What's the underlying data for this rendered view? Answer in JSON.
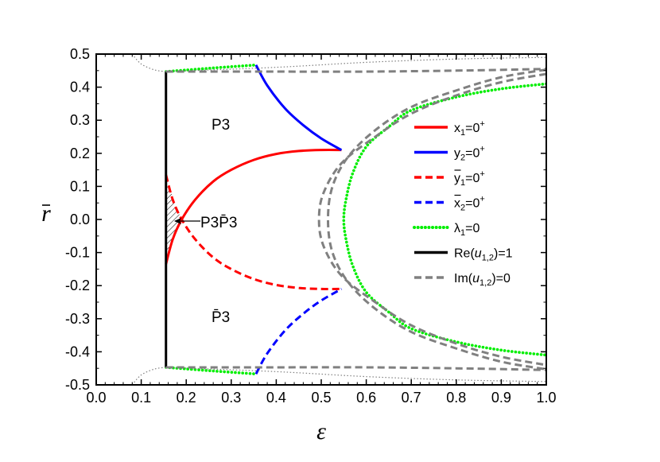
{
  "chart_data": {
    "type": "line",
    "title": "",
    "xlabel": "ε",
    "ylabel": "r̄",
    "xlim": [
      0.0,
      1.0
    ],
    "ylim": [
      -0.5,
      0.5
    ],
    "xticks": [
      "0.0",
      "0.1",
      "0.2",
      "0.3",
      "0.4",
      "0.5",
      "0.6",
      "0.7",
      "0.8",
      "0.9",
      "1.0"
    ],
    "yticks": [
      "0.5",
      "0.4",
      "0.3",
      "0.2",
      "0.1",
      "0.0",
      "-0.1",
      "-0.2",
      "-0.3",
      "-0.4",
      "-0.5"
    ],
    "grid": false,
    "legend_position": "right",
    "legend": [
      {
        "key": "x1",
        "base": "x",
        "sub": "1",
        "rest": "=0",
        "sup": "+"
      },
      {
        "key": "y2",
        "base": "y",
        "sub": "2",
        "rest": "=0",
        "sup": "+"
      },
      {
        "key": "y1bar",
        "base": "y",
        "overline": true,
        "sub": "1",
        "rest": "=0",
        "sup": "+"
      },
      {
        "key": "x2bar",
        "base": "x",
        "overline": true,
        "sub": "2",
        "rest": "=0",
        "sup": "+"
      },
      {
        "key": "lambda1",
        "base": "λ",
        "sub": "1",
        "rest": "=0",
        "sup": ""
      },
      {
        "key": "re",
        "base": "Re(",
        "italic": "u",
        "sub": "1,2",
        "rest": ")=1",
        "sup": ""
      },
      {
        "key": "im",
        "base": "Im(",
        "italic": "u",
        "sub": "1,2",
        "rest": ")=0",
        "sup": ""
      }
    ],
    "annotations": [
      {
        "text": "P3",
        "x": 0.27,
        "y": 0.19
      },
      {
        "text": "P3P̄3",
        "x": 0.255,
        "y": -0.01
      },
      {
        "text": "P̄3",
        "x": 0.27,
        "y": -0.39
      }
    ],
    "series": [
      {
        "key": "x1",
        "color": "#ff0000",
        "dash": "solid",
        "points": [
          [
            0.155,
            -0.135
          ],
          [
            0.17,
            -0.06
          ],
          [
            0.19,
            0.0
          ],
          [
            0.22,
            0.06
          ],
          [
            0.26,
            0.115
          ],
          [
            0.3,
            0.15
          ],
          [
            0.35,
            0.18
          ],
          [
            0.4,
            0.198
          ],
          [
            0.45,
            0.207
          ],
          [
            0.5,
            0.21
          ],
          [
            0.545,
            0.21
          ]
        ]
      },
      {
        "key": "y2",
        "color": "#0000ff",
        "dash": "solid",
        "points": [
          [
            0.355,
            0.467
          ],
          [
            0.38,
            0.405
          ],
          [
            0.42,
            0.335
          ],
          [
            0.46,
            0.285
          ],
          [
            0.5,
            0.245
          ],
          [
            0.545,
            0.21
          ]
        ]
      },
      {
        "key": "y1bar",
        "color": "#ff0000",
        "dash": "dashed",
        "points": [
          [
            0.155,
            0.135
          ],
          [
            0.17,
            0.06
          ],
          [
            0.19,
            0.0
          ],
          [
            0.22,
            -0.06
          ],
          [
            0.26,
            -0.115
          ],
          [
            0.3,
            -0.15
          ],
          [
            0.35,
            -0.18
          ],
          [
            0.4,
            -0.198
          ],
          [
            0.45,
            -0.207
          ],
          [
            0.5,
            -0.21
          ],
          [
            0.545,
            -0.21
          ]
        ]
      },
      {
        "key": "x2bar",
        "color": "#0000ff",
        "dash": "dashed",
        "points": [
          [
            0.355,
            -0.467
          ],
          [
            0.38,
            -0.405
          ],
          [
            0.42,
            -0.335
          ],
          [
            0.46,
            -0.285
          ],
          [
            0.5,
            -0.245
          ],
          [
            0.545,
            -0.21
          ]
        ]
      },
      {
        "key": "lambda1",
        "color": "#00ee00",
        "dash": "dotted",
        "points": [
          [
            0.155,
            0.447
          ],
          [
            0.25,
            0.457
          ],
          [
            0.355,
            0.467
          ]
        ]
      },
      {
        "key": "lambda1",
        "color": "#00ee00",
        "dash": "dotted",
        "points": [
          [
            1.0,
            0.41
          ],
          [
            0.9,
            0.395
          ],
          [
            0.8,
            0.37
          ],
          [
            0.7,
            0.33
          ],
          [
            0.65,
            0.28
          ],
          [
            0.6,
            0.22
          ],
          [
            0.57,
            0.14
          ],
          [
            0.555,
            0.06
          ],
          [
            0.55,
            0.0
          ],
          [
            0.555,
            -0.06
          ],
          [
            0.57,
            -0.14
          ],
          [
            0.6,
            -0.22
          ],
          [
            0.65,
            -0.28
          ],
          [
            0.7,
            -0.33
          ],
          [
            0.8,
            -0.37
          ],
          [
            0.9,
            -0.395
          ],
          [
            1.0,
            -0.41
          ]
        ]
      },
      {
        "key": "lambda1",
        "color": "#00ee00",
        "dash": "dotted",
        "points": [
          [
            0.155,
            -0.447
          ],
          [
            0.25,
            -0.457
          ],
          [
            0.355,
            -0.467
          ]
        ]
      },
      {
        "key": "re",
        "color": "#000000",
        "dash": "solid",
        "points": [
          [
            0.155,
            0.447
          ],
          [
            0.155,
            -0.447
          ]
        ]
      },
      {
        "key": "im",
        "color": "#808080",
        "dash": "dashed",
        "points": [
          [
            0.155,
            0.447
          ],
          [
            0.4,
            0.447
          ],
          [
            0.6,
            0.447
          ],
          [
            0.8,
            0.45
          ],
          [
            1.0,
            0.455
          ]
        ]
      },
      {
        "key": "im",
        "color": "#808080",
        "dash": "dashed",
        "points": [
          [
            1.0,
            0.453
          ],
          [
            0.9,
            0.43
          ],
          [
            0.8,
            0.39
          ],
          [
            0.7,
            0.34
          ],
          [
            0.62,
            0.27
          ],
          [
            0.56,
            0.19
          ],
          [
            0.525,
            0.1
          ],
          [
            0.515,
            0.0
          ],
          [
            0.525,
            -0.1
          ],
          [
            0.56,
            -0.19
          ],
          [
            0.62,
            -0.27
          ],
          [
            0.7,
            -0.34
          ],
          [
            0.8,
            -0.39
          ],
          [
            0.9,
            -0.43
          ],
          [
            1.0,
            -0.453
          ]
        ]
      },
      {
        "key": "im",
        "color": "#808080",
        "dash": "dashed",
        "points": [
          [
            1.0,
            0.44
          ],
          [
            0.9,
            0.415
          ],
          [
            0.8,
            0.375
          ],
          [
            0.7,
            0.32
          ],
          [
            0.62,
            0.25
          ],
          [
            0.545,
            0.17
          ],
          [
            0.505,
            0.08
          ],
          [
            0.495,
            0.0
          ],
          [
            0.505,
            -0.08
          ],
          [
            0.545,
            -0.17
          ],
          [
            0.62,
            -0.25
          ],
          [
            0.7,
            -0.32
          ],
          [
            0.8,
            -0.375
          ],
          [
            0.9,
            -0.415
          ],
          [
            1.0,
            -0.44
          ]
        ]
      },
      {
        "key": "im",
        "color": "#808080",
        "dash": "dashed",
        "points": [
          [
            0.155,
            -0.447
          ],
          [
            0.4,
            -0.447
          ],
          [
            0.6,
            -0.447
          ],
          [
            0.8,
            -0.45
          ],
          [
            1.0,
            -0.455
          ]
        ]
      },
      {
        "key": "aux",
        "color": "#808080",
        "dash": "finedot",
        "points": [
          [
            0.08,
            0.5
          ],
          [
            0.1,
            0.47
          ],
          [
            0.13,
            0.452
          ],
          [
            0.155,
            0.447
          ]
        ]
      },
      {
        "key": "aux",
        "color": "#808080",
        "dash": "finedot",
        "points": [
          [
            0.155,
            0.447
          ],
          [
            0.4,
            0.46
          ],
          [
            0.6,
            0.475
          ],
          [
            0.8,
            0.485
          ],
          [
            1.0,
            0.49
          ]
        ]
      },
      {
        "key": "aux",
        "color": "#808080",
        "dash": "finedot",
        "points": [
          [
            0.08,
            -0.5
          ],
          [
            0.1,
            -0.47
          ],
          [
            0.13,
            -0.452
          ],
          [
            0.155,
            -0.447
          ]
        ]
      },
      {
        "key": "aux",
        "color": "#808080",
        "dash": "finedot",
        "points": [
          [
            0.155,
            -0.447
          ],
          [
            0.4,
            -0.46
          ],
          [
            0.6,
            -0.475
          ],
          [
            0.8,
            -0.485
          ],
          [
            1.0,
            -0.49
          ]
        ]
      }
    ]
  }
}
